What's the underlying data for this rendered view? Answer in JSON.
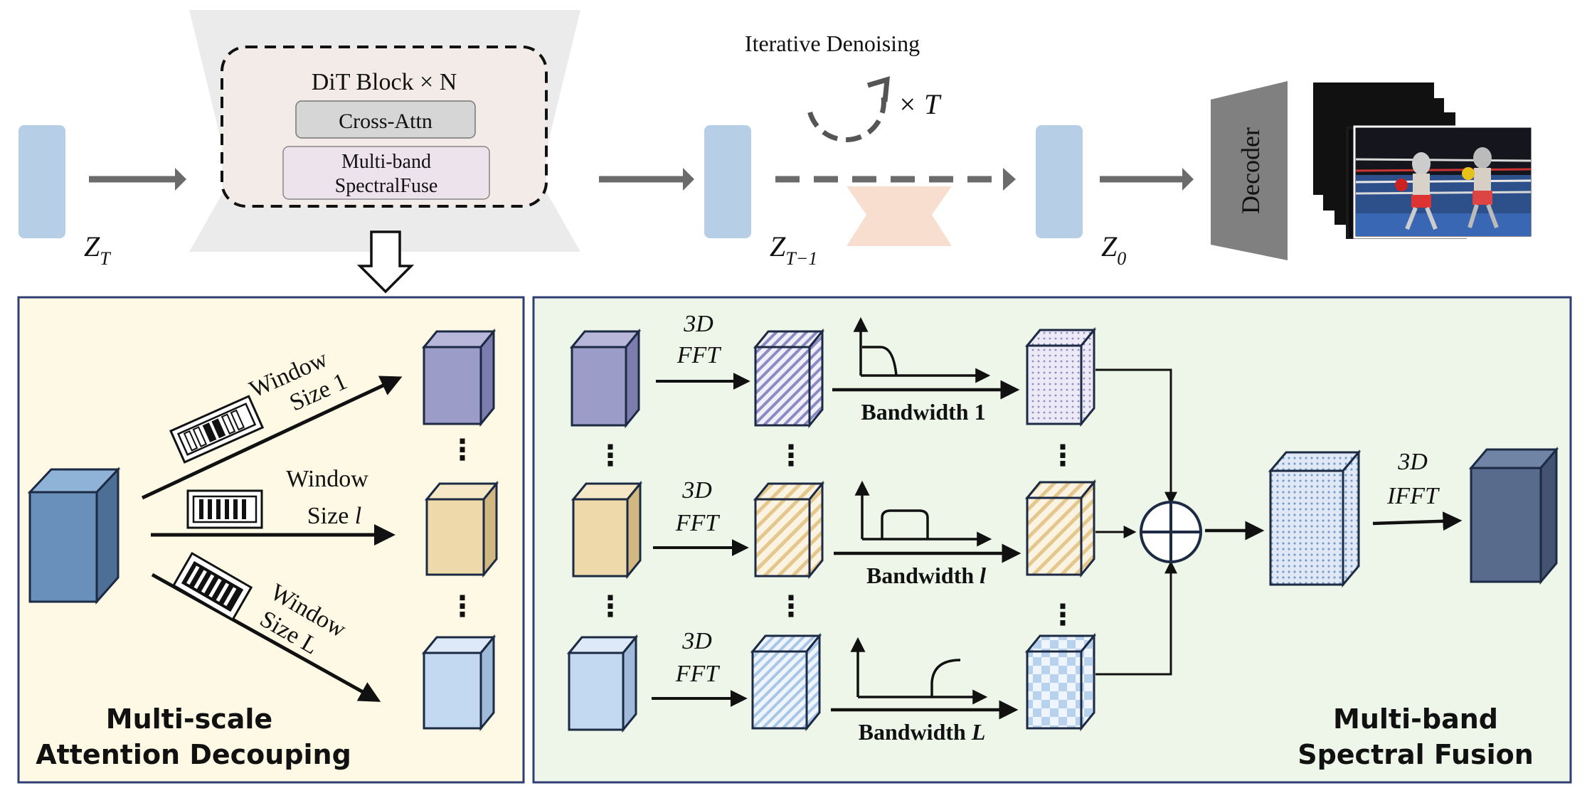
{
  "top": {
    "dit_block_label": "DiT Block × N",
    "cross_attn_label": "Cross-Attn",
    "multiband_line1": "Multi-band",
    "multiband_line2": "SpectralFuse",
    "iterative_label": "Iterative Denoising",
    "times_t_label": "× T",
    "z_t_label": "Z",
    "z_t_sub": "T",
    "z_t1_label": "Z",
    "z_t1_sub": "T−1",
    "z_0_label": "Z",
    "z_0_sub": "0",
    "decoder_label": "Decoder"
  },
  "left_panel": {
    "window1_line1": "Window",
    "window1_line2": "Size 1",
    "windowl_line1": "Window",
    "windowl_line2": "Size l",
    "windowL_line1": "Window",
    "windowL_line2": "Size L",
    "title_line1": "Multi-scale",
    "title_line2": "Attention Decouping"
  },
  "right_panel": {
    "fft_line1": "3D",
    "fft_line2": "FFT",
    "bandwidth_1": "Bandwidth 1",
    "bandwidth_l": "Bandwidth l",
    "bandwidth_L": "Bandwidth L",
    "ifft_line1": "3D",
    "ifft_line2": "IFFT",
    "title_line1": "Multi-band",
    "title_line2": "Spectral Fusion"
  },
  "colors": {
    "latent_block": "#b6cfe6",
    "dit_panel": "#ebebeb",
    "left_panel_bg": "#fdf9e4",
    "right_panel_bg": "#eef6e9",
    "panel_border": "#2f3f73",
    "purple_cube": "#9c9cc8",
    "tan_cube": "#eed9aa",
    "light_blue_cube": "#c2d9f1",
    "dark_blue_cube": "#5f7ea8",
    "navy_cube": "#596b8c",
    "arrow_gray": "#6b6b6b"
  }
}
